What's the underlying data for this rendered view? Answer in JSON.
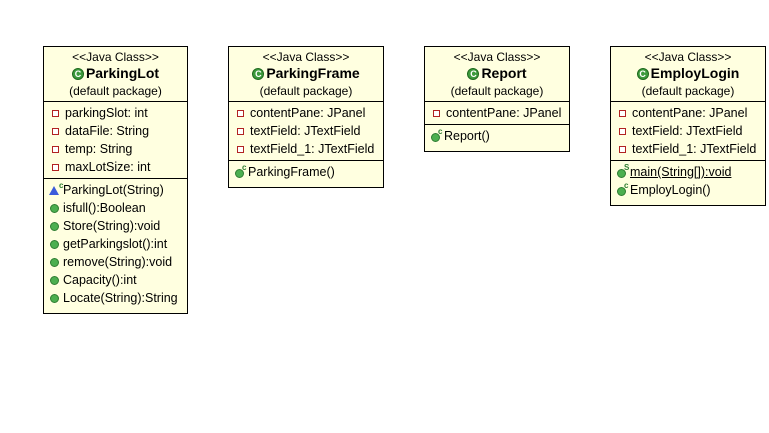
{
  "diagram": {
    "classes": [
      {
        "id": "parkinglot",
        "stereotype": "<<Java Class>>",
        "name": "ParkingLot",
        "package": "(default package)",
        "fields": [
          "parkingSlot: int",
          "dataFile: String",
          "temp: String",
          "maxLotSize: int"
        ],
        "methods": [
          "ParkingLot(String)",
          "isfull():Boolean",
          "Store(String):void",
          "getParkingslot():int",
          "remove(String):void",
          "Capacity():int",
          "Locate(String):String"
        ]
      },
      {
        "id": "parkingframe",
        "stereotype": "<<Java Class>>",
        "name": "ParkingFrame",
        "package": "(default package)",
        "fields": [
          "contentPane: JPanel",
          "textField: JTextField",
          "textField_1: JTextField"
        ],
        "methods": [
          "ParkingFrame()"
        ]
      },
      {
        "id": "report",
        "stereotype": "<<Java Class>>",
        "name": "Report",
        "package": "(default package)",
        "fields": [
          "contentPane: JPanel"
        ],
        "methods": [
          "Report()"
        ]
      },
      {
        "id": "employlogin",
        "stereotype": "<<Java Class>>",
        "name": "EmployLogin",
        "package": "(default package)",
        "fields": [
          "contentPane: JPanel",
          "textField: JTextField",
          "textField_1: JTextField"
        ],
        "methods": [
          "main(String[]):void",
          "EmployLogin()"
        ]
      }
    ],
    "class_icon_letter": "C",
    "constructor_marker": "c",
    "static_marker": "S",
    "icons": {
      "class": "class-icon",
      "private_field": "private-field-icon",
      "public_method": "public-method-icon",
      "constructor": "constructor-icon",
      "package_constructor": "package-constructor-icon",
      "static_method": "static-method-icon"
    },
    "colors": {
      "box_fill": "#ffffe0",
      "border": "#000000",
      "private_icon": "#b22222",
      "public_icon": "#4caf50",
      "package_icon": "#3b5bdb"
    }
  }
}
